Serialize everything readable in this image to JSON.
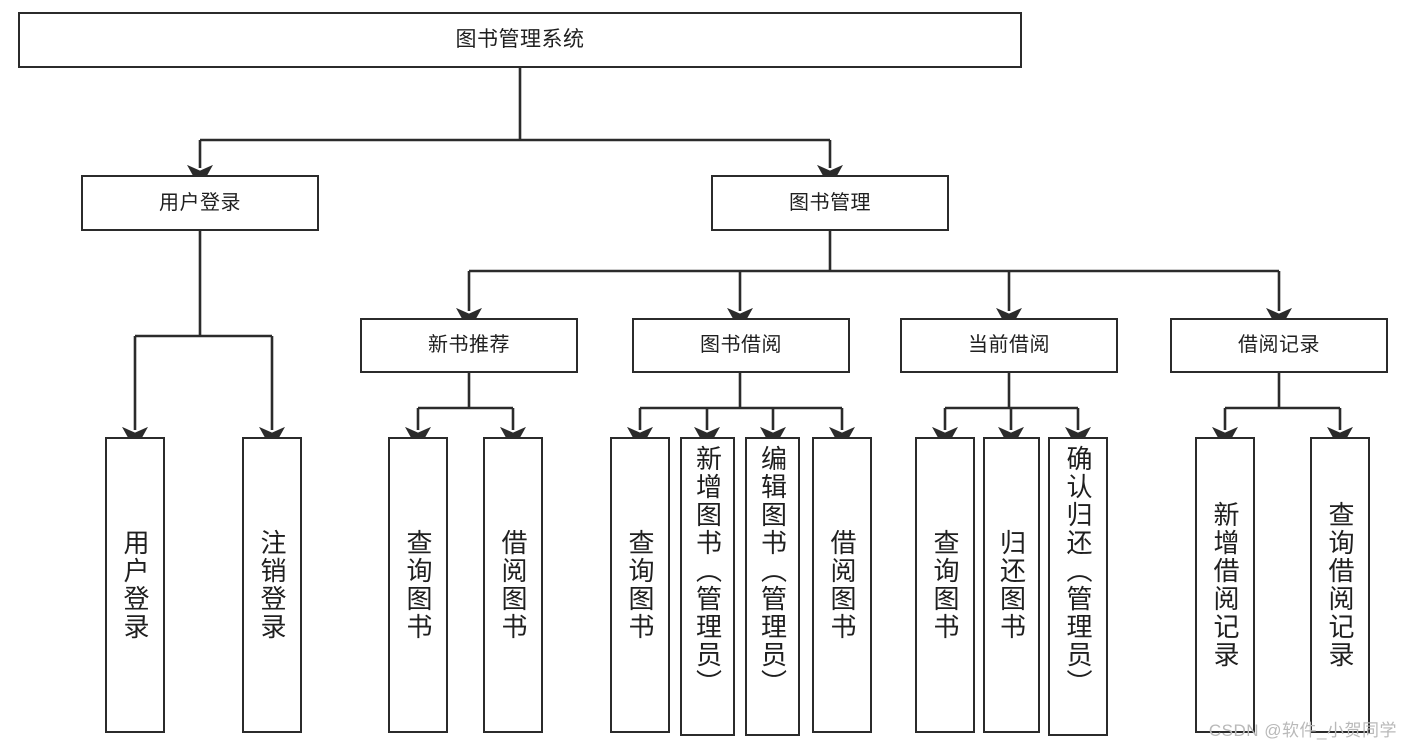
{
  "diagram": {
    "title": "图书管理系统",
    "type": "tree-hierarchy-chart",
    "colors": {
      "background": "#ffffff",
      "box_border": "#2b2b2b",
      "box_fill": "#ffffff",
      "connector": "#2b2b2b",
      "text": "#1f1f1f",
      "watermark": "#b9b9b9"
    },
    "root": {
      "label": "图书管理系统"
    },
    "tier1": [
      {
        "id": "user-login",
        "label": "用户登录"
      },
      {
        "id": "book-manage",
        "label": "图书管理"
      }
    ],
    "tier2": [
      {
        "id": "new-book-recommend",
        "label": "新书推荐"
      },
      {
        "id": "book-borrow",
        "label": "图书借阅"
      },
      {
        "id": "current-borrow",
        "label": "当前借阅"
      },
      {
        "id": "borrow-record",
        "label": "借阅记录"
      }
    ],
    "leaves": {
      "user_login": [
        {
          "id": "user-login-leaf",
          "label": "用户登录"
        },
        {
          "id": "logout-leaf",
          "label": "注销登录"
        }
      ],
      "new_book_recommend": [
        {
          "id": "query-book-1",
          "label": "查询图书"
        },
        {
          "id": "borrow-book-1",
          "label": "借阅图书"
        }
      ],
      "book_borrow": [
        {
          "id": "query-book-2",
          "label": "查询图书"
        },
        {
          "id": "add-book",
          "label": "新增图书（管理员）"
        },
        {
          "id": "edit-book",
          "label": "编辑图书（管理员）"
        },
        {
          "id": "borrow-book-2",
          "label": "借阅图书"
        }
      ],
      "current_borrow": [
        {
          "id": "query-book-3",
          "label": "查询图书"
        },
        {
          "id": "return-book",
          "label": "归还图书"
        },
        {
          "id": "confirm-return",
          "label": "确认归还（管理员）"
        }
      ],
      "borrow_record": [
        {
          "id": "add-borrow-record",
          "label": "新增借阅记录"
        },
        {
          "id": "query-borrow-record",
          "label": "查询借阅记录"
        }
      ]
    },
    "watermark": "CSDN @软件_小贺同学"
  }
}
